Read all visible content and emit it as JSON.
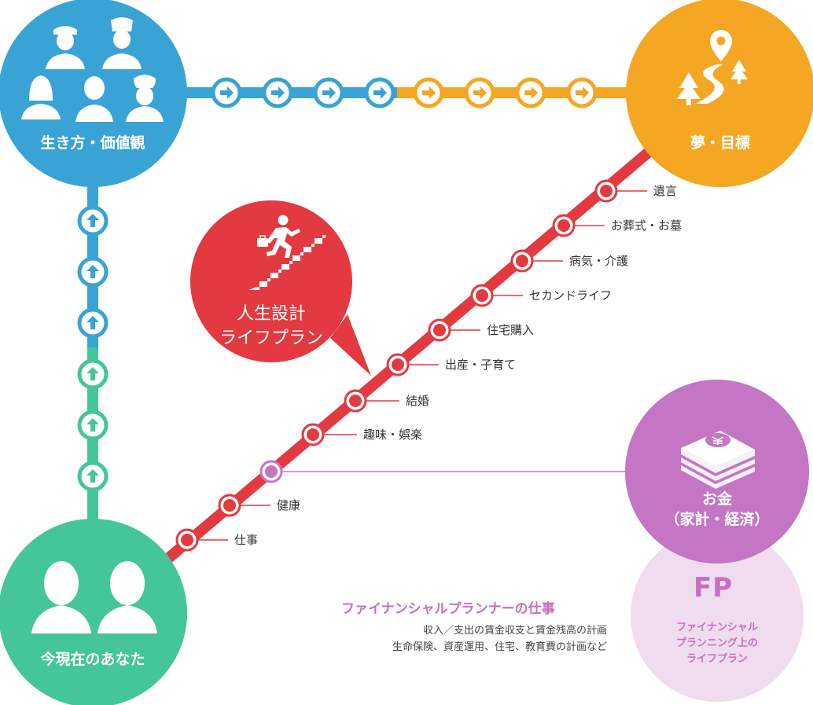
{
  "hubs": {
    "values": {
      "label": "生き方・価値観",
      "color": "#3aa3d6",
      "icon": "people-group-icon"
    },
    "dream": {
      "label": "夢・目標",
      "color": "#f5a623",
      "icon": "map-pin-road-icon"
    },
    "now": {
      "label": "今現在のあなた",
      "color": "#45c59a",
      "icon": "two-persons-icon"
    },
    "money": {
      "label_line1": "お金",
      "label_line2": "（家計・経済）",
      "color": "#c475c3",
      "icon": "yen-money-stack-icon"
    }
  },
  "bubble": {
    "line1": "人生設計",
    "line2": "ライフプラン",
    "color": "#e23a40",
    "icon": "person-climbing-stairs-icon"
  },
  "milestones": [
    "仕事",
    "健康",
    "趣味・娯楽",
    "結婚",
    "出産・子育て",
    "住宅購入",
    "セカンドライフ",
    "病気・介護",
    "お葬式・お墓",
    "遺言"
  ],
  "fp": {
    "big": "FP",
    "small_line1": "ファイナンシャル",
    "small_line2": "プランニング上の",
    "small_line3": "ライフプラン",
    "title": "ファイナンシャルプランナーの仕事",
    "desc_line1": "収入／支出の賃金収支と賃金残高の計画",
    "desc_line2": "生命保険、資産運用、住宅、教育費の計画など"
  },
  "colors": {
    "blue": "#3aa3d6",
    "orange": "#f5a623",
    "green": "#45c59a",
    "red": "#e23a40",
    "purple": "#c475c3",
    "fp_light": "#f0dcef"
  }
}
